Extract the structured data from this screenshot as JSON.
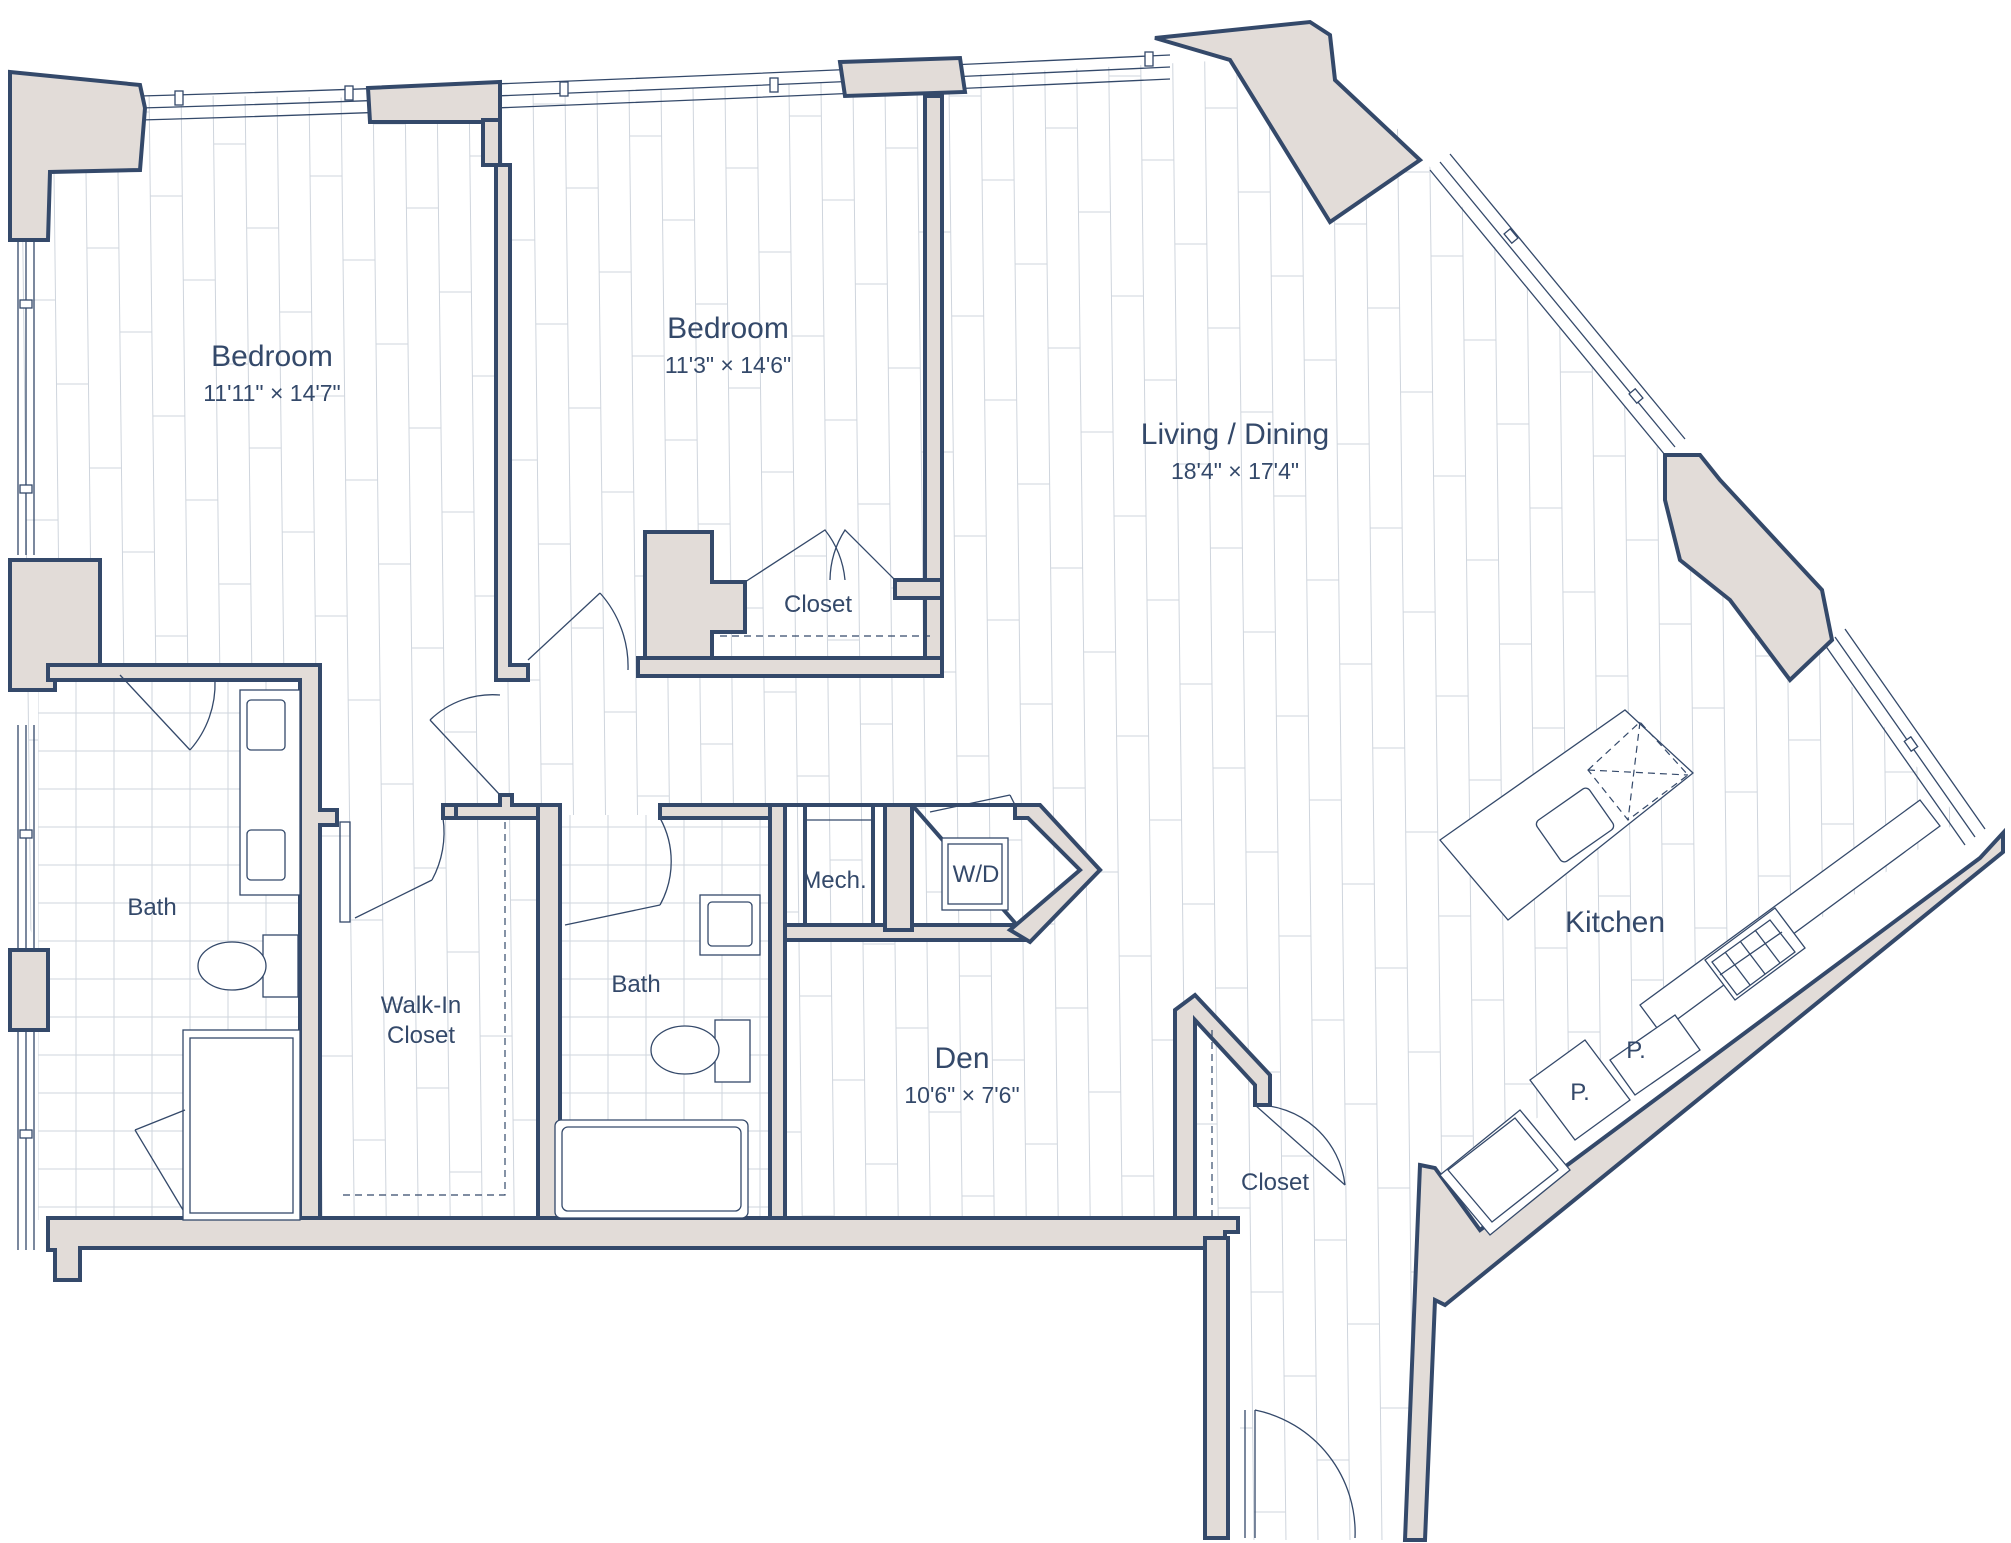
{
  "rooms": {
    "bedroom_1": {
      "name": "Bedroom",
      "dimensions": "11'11\" × 14'7\""
    },
    "bedroom_2": {
      "name": "Bedroom",
      "dimensions": "11'3\" × 14'6\""
    },
    "living_dining": {
      "name": "Living / Dining",
      "dimensions": "18'4\" × 17'4\""
    },
    "den": {
      "name": "Den",
      "dimensions": "10'6\" × 7'6\""
    },
    "kitchen": {
      "name": "Kitchen"
    },
    "bath_1": {
      "name": "Bath"
    },
    "bath_2": {
      "name": "Bath"
    },
    "walk_in_closet": {
      "line1": "Walk-In",
      "line2": "Closet"
    },
    "bedroom_closet": {
      "name": "Closet"
    },
    "entry_closet": {
      "name": "Closet"
    },
    "mechanical": {
      "name": "Mech."
    },
    "washer_dryer": {
      "name": "W/D"
    },
    "pantry_1": {
      "name": "P."
    },
    "pantry_2": {
      "name": "P."
    }
  },
  "colors": {
    "wall_line": "#34496a",
    "wall_fill": "#e2dcd8",
    "floor_plank": "#cfd5dd",
    "background": "#ffffff"
  }
}
